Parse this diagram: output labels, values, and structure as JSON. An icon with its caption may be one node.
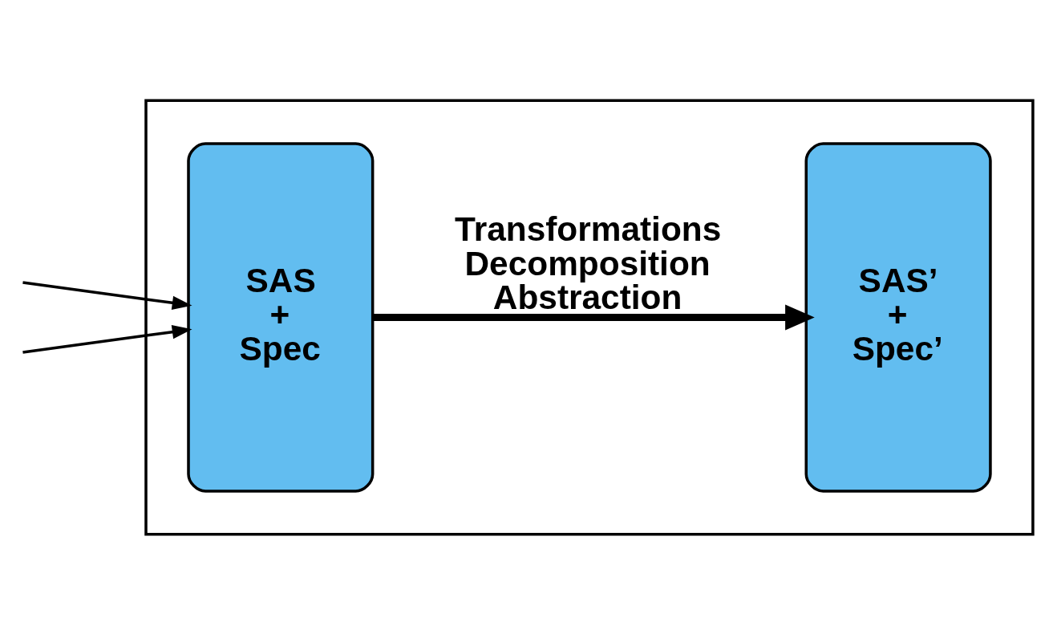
{
  "diagram": {
    "nodes": [
      {
        "text": [],
        "shape": "box"
      },
      {
        "text": [
          "SAS + Spec"
        ],
        "in": 0
      },
      {
        "text": [
          "SAS’ + Spec’"
        ],
        "in": 0
      }
    ],
    "edges": [
      {
        "from": 1,
        "to": 2,
        "arrow": "to",
        "label": "Transformations Decomposition Abstraction",
        "style": "thick"
      },
      {
        "from": null,
        "to": 1,
        "arrow": "to"
      },
      {
        "from": null,
        "to": 1,
        "arrow": "to"
      }
    ]
  }
}
